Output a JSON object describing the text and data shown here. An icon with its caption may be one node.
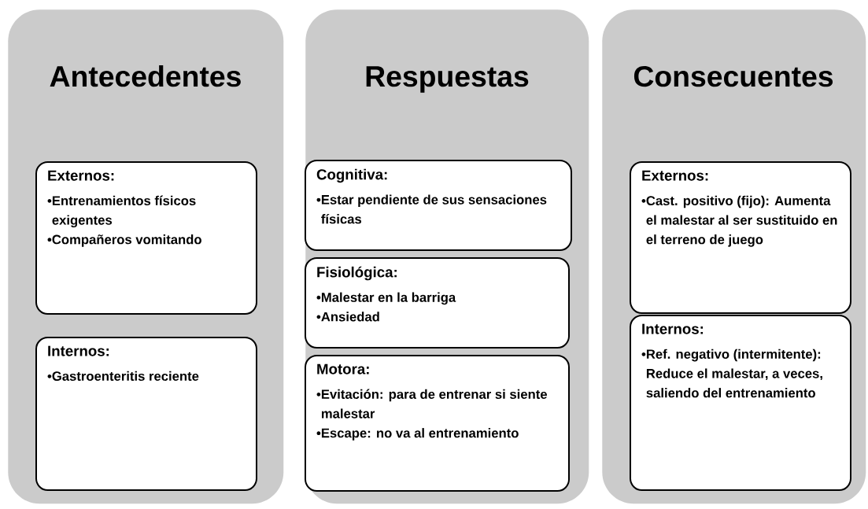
{
  "diagram": {
    "nodes": [
      {
        "text": [
          "Antecedentes"
        ]
      },
      {
        "text": [
          "Externos:",
          "•Entrenamientos físicos exigentes",
          "•Compañeros vomitando"
        ],
        "in": 0
      },
      {
        "text": [
          "Internos:",
          "•Gastroenteritis reciente"
        ],
        "in": 0
      },
      {
        "text": [
          "Respuestas"
        ]
      },
      {
        "text": [
          "Cognitiva:",
          "•Estar pendiente de sus sensaciones físicas"
        ],
        "in": 3
      },
      {
        "text": [
          "Fisiológica:",
          "•Malestar en la barriga",
          "•Ansiedad"
        ],
        "in": 3
      },
      {
        "text": [
          "Motora:",
          "•Evitación: para de entrenar si siente malestar",
          "•Escape: no va al entrenamiento"
        ],
        "in": 3
      },
      {
        "text": [
          "Consecuentes"
        ]
      },
      {
        "text": [
          "Externos:",
          "•Cast. positivo (fijo): Aumenta el malestar al ser sustituido en el terreno de juego"
        ],
        "in": 7
      },
      {
        "text": [
          "Internos:",
          "•Ref. negativo (intermitente): Reduce el malestar, a veces, saliendo del entrenamiento"
        ],
        "in": 7
      }
    ]
  }
}
